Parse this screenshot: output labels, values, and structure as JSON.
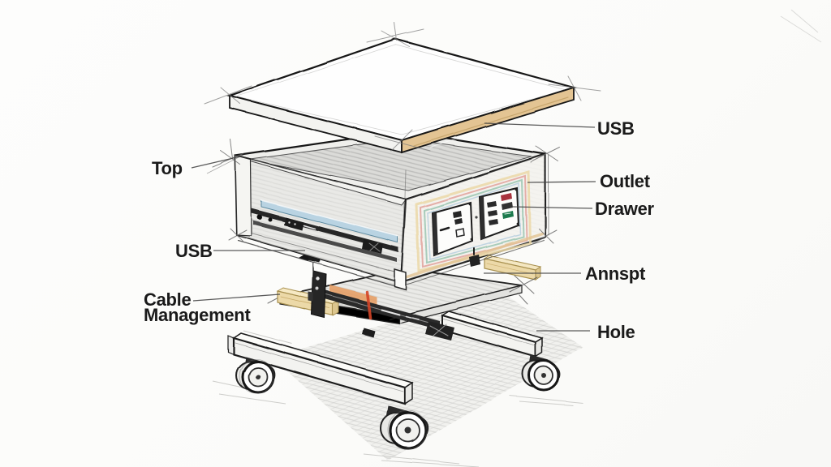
{
  "page": {
    "background": "#fbfbf9",
    "description": "Hand-drawn exploded sketch of a mobile side table with power panel, drawer slides, shelf, cable management bar and caster base"
  },
  "labels": {
    "top": "Top",
    "usb_right": "USB",
    "outlet": "Outlet",
    "drawer": "Drawer",
    "usb_left": "USB",
    "cable_management": "Cable\nManagement",
    "annspt": "Annspt",
    "hole": "Hole"
  },
  "colors": {
    "ink": "#1a1a1a",
    "line": "#2a2a2a",
    "faint": "#8a8a8a",
    "wood": "#ecd9a8",
    "wood_dark": "#c2a066",
    "wood_edge": "#e3c493",
    "blue": "#b9d3e2",
    "red": "#a8303c",
    "green": "#1f7a4d",
    "orange": "#e59a5e",
    "accent_red": "#d44427"
  }
}
